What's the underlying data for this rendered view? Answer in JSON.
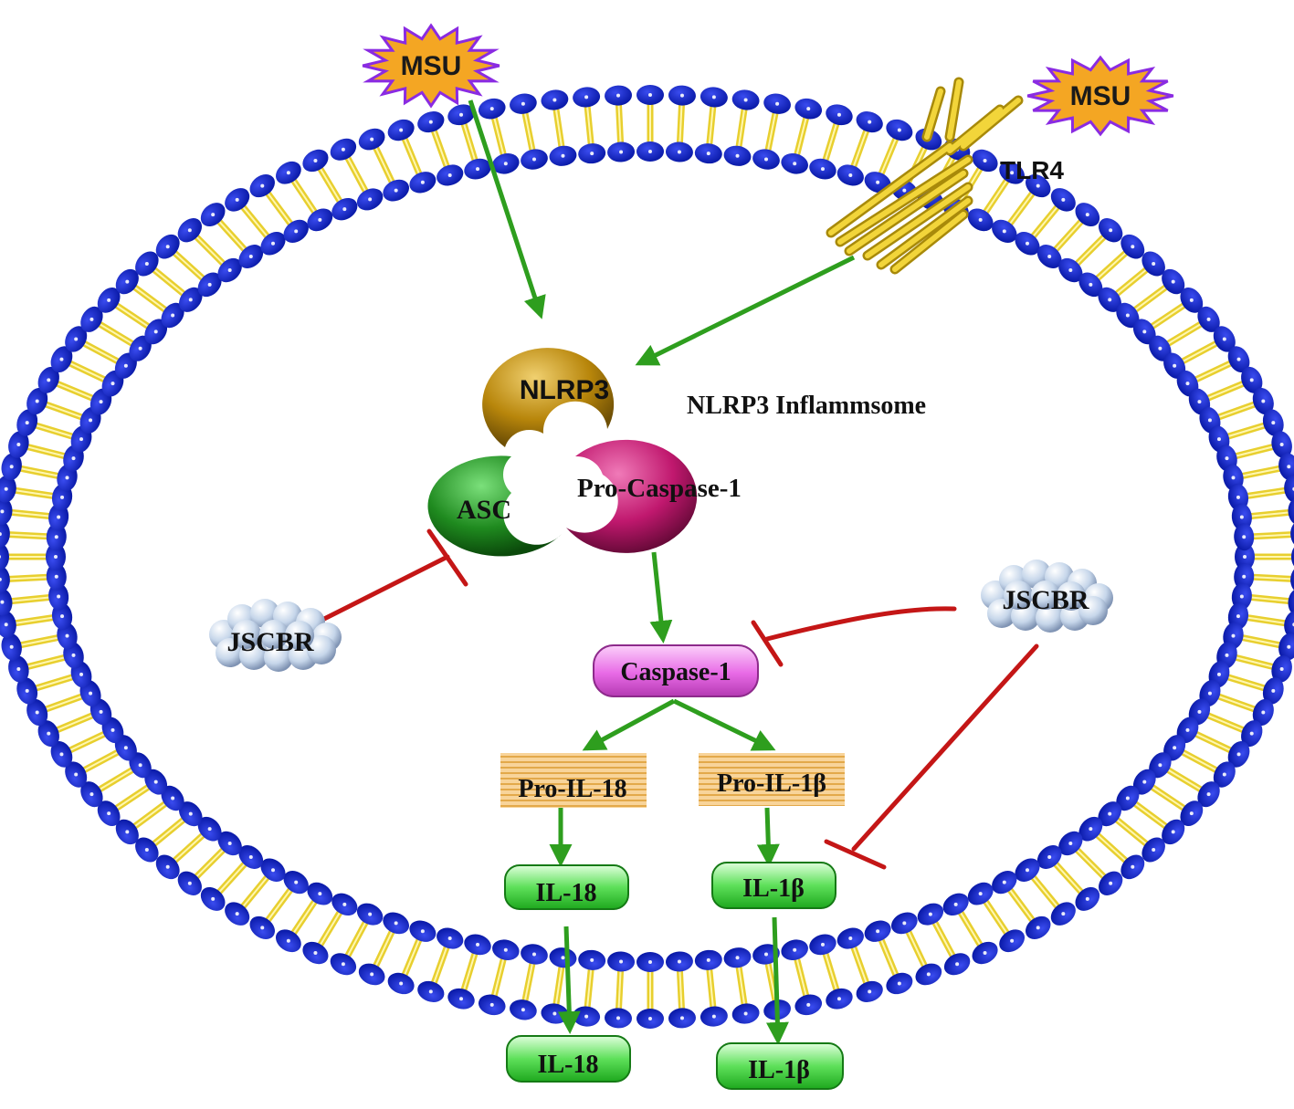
{
  "stimulus": {
    "msu_left": "MSU",
    "msu_right": "MSU"
  },
  "receptor": {
    "label": "TLR4"
  },
  "inflammasome": {
    "title": "NLRP3 Inflammsome",
    "nlrp3": "NLRP3",
    "asc": "ASC",
    "pro_caspase": "Pro-Caspase-1"
  },
  "inhibitors": {
    "left": "JSCBR",
    "right": "JSCBR"
  },
  "caspase": {
    "label": "Caspase-1"
  },
  "precursors": {
    "pro_il18": "Pro-IL-18",
    "pro_il1b": "Pro-IL-1β"
  },
  "mature_inside": {
    "il18": "IL-18",
    "il1b": "IL-1β"
  },
  "mature_outside": {
    "il18": "IL-18",
    "il1b": "IL-1β"
  },
  "colors": {
    "membrane_head": "#0a1aa8",
    "membrane_tail": "#f2e24a",
    "activation_arrow": "#2e9e1e",
    "inhibition_line": "#c41616",
    "nlrp3": "#b8860b",
    "asc": "#1f8a1f",
    "pro_caspase": "#c0186e",
    "caspase": "#e86ae6",
    "pro_il": "#f5c87a",
    "mature_il": "#3cd63c",
    "msu_fill": "#f4a623",
    "msu_stroke": "#8a2be2",
    "tlr4": "#e6c21f"
  }
}
